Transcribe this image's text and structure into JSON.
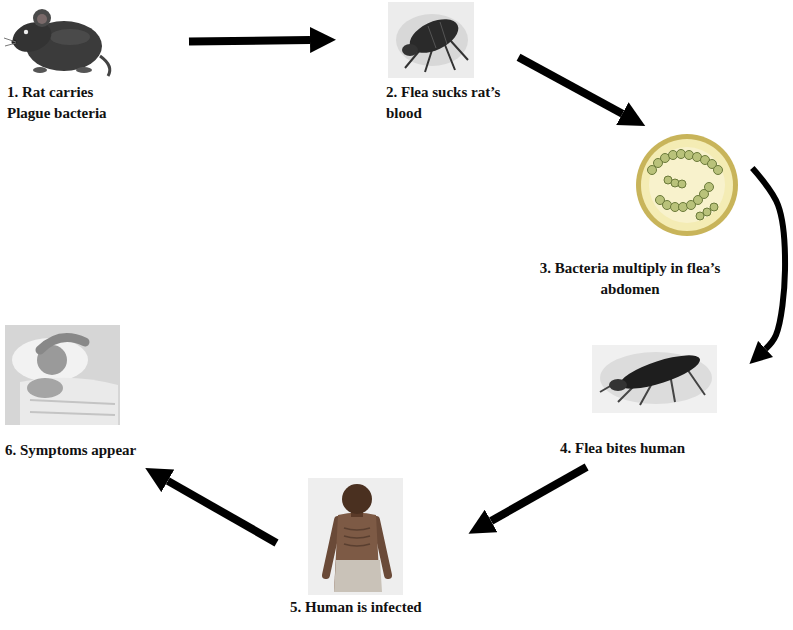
{
  "diagram": {
    "nodes": [
      {
        "text": [
          "1. Rat carries Plague bacteria"
        ]
      },
      {
        "text": [
          "2. Flea sucks rat’s blood"
        ]
      },
      {
        "text": [
          "3. Bacteria multiply in flea’s abdomen"
        ]
      },
      {
        "text": [
          "4. Flea bites human"
        ]
      },
      {
        "text": [
          "5. Human is infected"
        ]
      },
      {
        "text": [
          "6. Symptoms appear"
        ]
      }
    ],
    "edges": [
      {
        "from": 0,
        "to": 1,
        "arrow": "to"
      },
      {
        "from": 1,
        "to": 2,
        "arrow": "to"
      },
      {
        "from": 2,
        "to": 3,
        "arrow": "to"
      },
      {
        "from": 3,
        "to": 4,
        "arrow": "to"
      },
      {
        "from": 4,
        "to": 5,
        "arrow": "to"
      }
    ]
  }
}
